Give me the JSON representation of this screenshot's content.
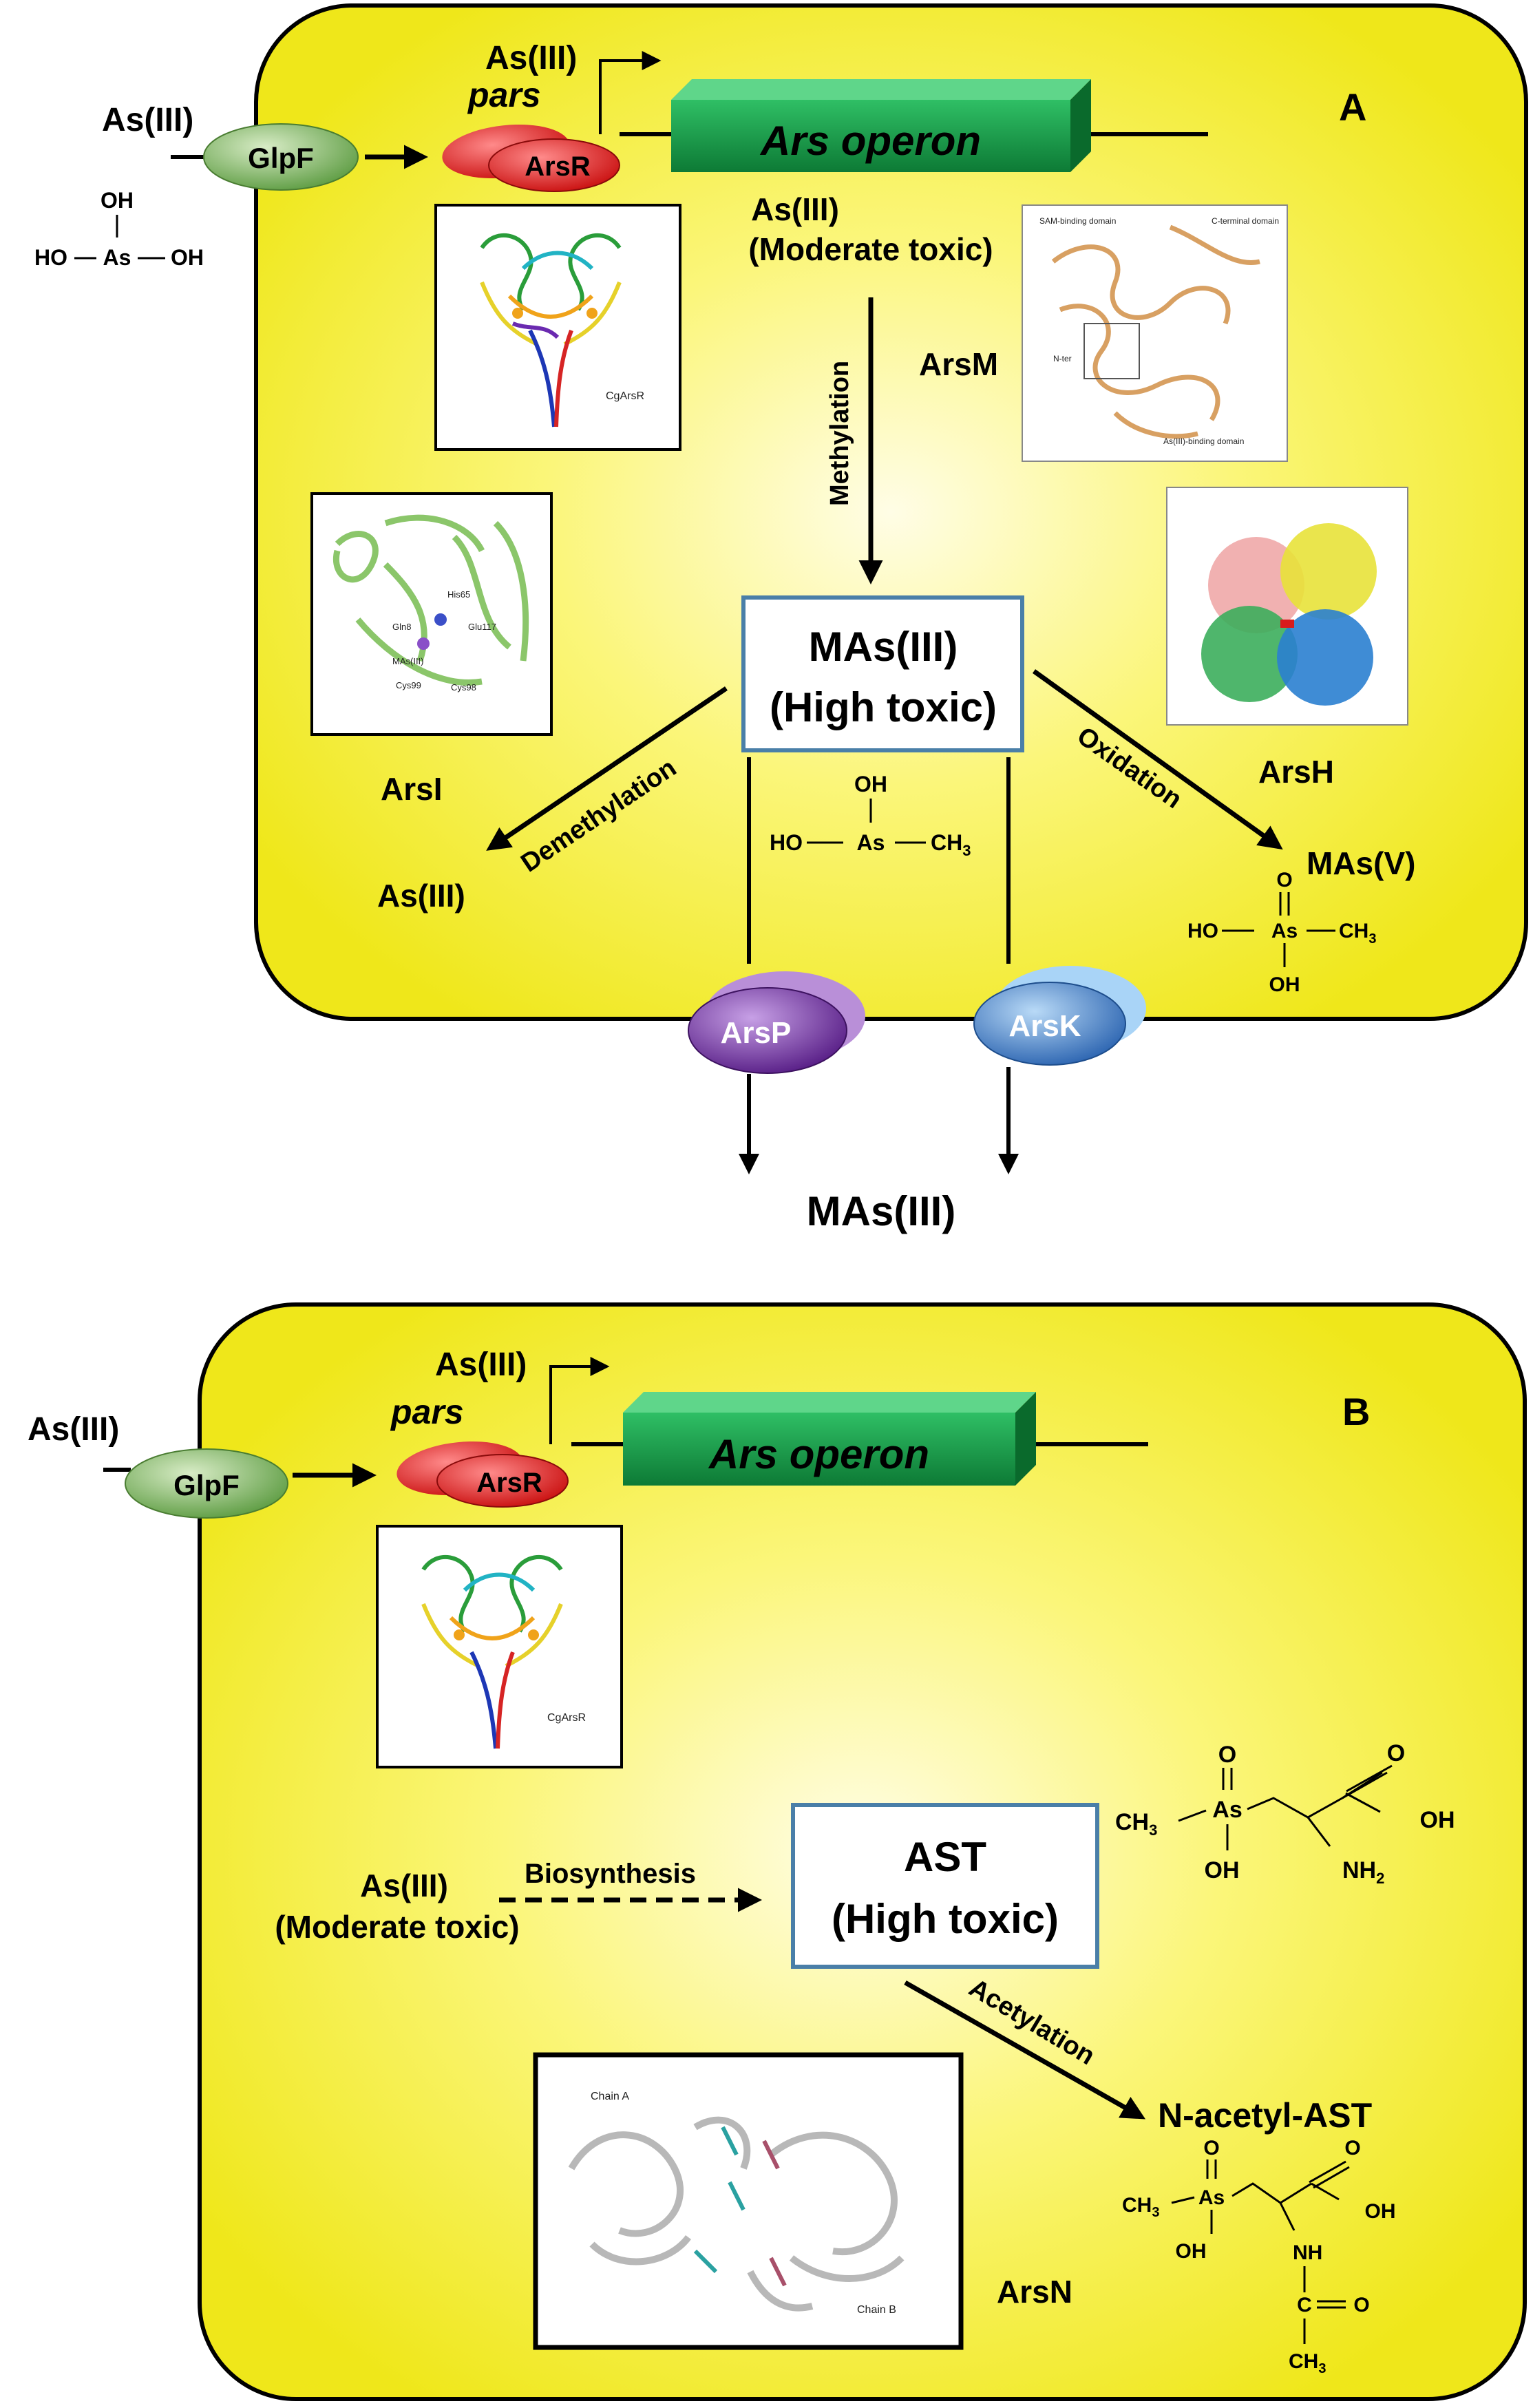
{
  "panel_a": {
    "letter": "A",
    "as_in": "As(III)",
    "glpf": "GlpF",
    "as_promoter": "As(III)",
    "pars": "pars",
    "arsr": "ArsR",
    "operon": "Ars operon",
    "moderate_line1": "As(III)",
    "moderate_line2": "(Moderate toxic)",
    "arsm": "ArsM",
    "methylation": "Methylation",
    "mas_line1": "MAs(III)",
    "mas_line2": "(High toxic)",
    "arsi": "ArsI",
    "arsh": "ArsH",
    "demethylation": "Demethylation",
    "oxidation": "Oxidation",
    "as_demeth": "As(III)",
    "mas_v": "MAs(V)",
    "arsp": "ArsP",
    "arsk": "ArsK",
    "mas_out": "MAs(III)",
    "cgarsr": "CgArsR",
    "arsm_domains": [
      "SAM-binding domain",
      "C-terminal domain",
      "N-ter",
      "As(III)-binding domain"
    ],
    "arsi_residues": [
      "His65",
      "Gln8",
      "Glu117",
      "MAs(III)",
      "Cys99",
      "Cys98"
    ]
  },
  "panel_b": {
    "letter": "B",
    "as_in": "As(III)",
    "glpf": "GlpF",
    "as_promoter": "As(III)",
    "pars": "pars",
    "arsr": "ArsR",
    "operon": "Ars operon",
    "src_line1": "As(III)",
    "src_line2": "(Moderate toxic)",
    "biosynthesis": "Biosynthesis",
    "ast_line1": "AST",
    "ast_line2": "(High toxic)",
    "acetylation": "Acetylation",
    "nacetyl": "N-acetyl-AST",
    "arsn": "ArsN",
    "cgarsr": "CgArsR",
    "chain_a": "Chain A",
    "chain_b": "Chain B"
  },
  "chem": {
    "oh": "OH",
    "ho": "HO",
    "as": "As",
    "o": "O",
    "ch3": "CH",
    "sub3": "3",
    "nh2": "NH",
    "sub2": "2",
    "nh": "NH",
    "c": "C"
  },
  "colors": {
    "cell": "#f4ee1e",
    "cell_center": "#fffde0",
    "operon": "#1a9a4a",
    "arsr": "#d81c1c",
    "glpf": "#7ab35a",
    "arsp": "#6a2c91",
    "arsk": "#3a78c2",
    "box_border": "#4a7fa8"
  }
}
